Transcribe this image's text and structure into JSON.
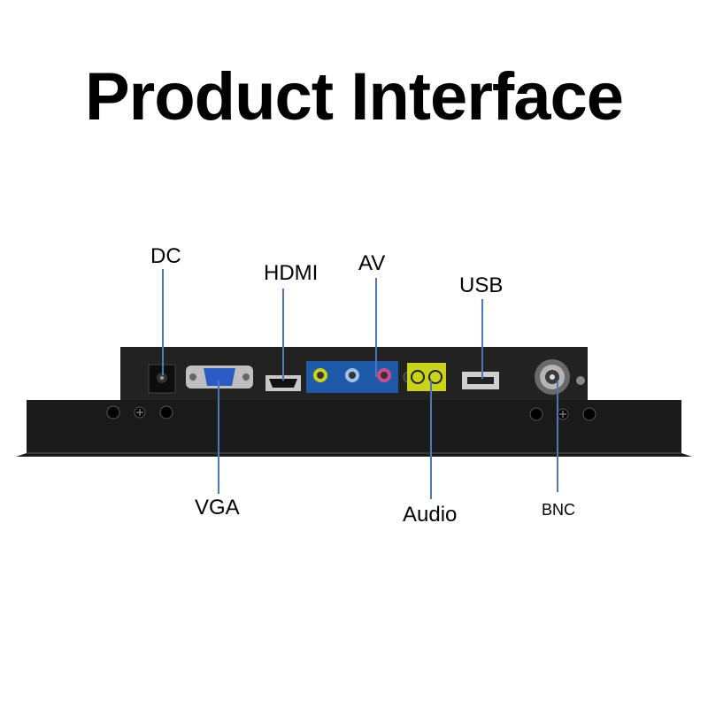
{
  "title": "Product Interface",
  "ports": {
    "dc": "DC",
    "hdmi": "HDMI",
    "av": "AV",
    "usb": "USB",
    "vga": "VGA",
    "audio": "Audio",
    "bnc": "BNC"
  },
  "colors": {
    "leader_line": "#4a78b8",
    "chassis": "#1c1c1c",
    "av_panel": "#1e5aa8",
    "audio_panel": "#c9d31a"
  }
}
